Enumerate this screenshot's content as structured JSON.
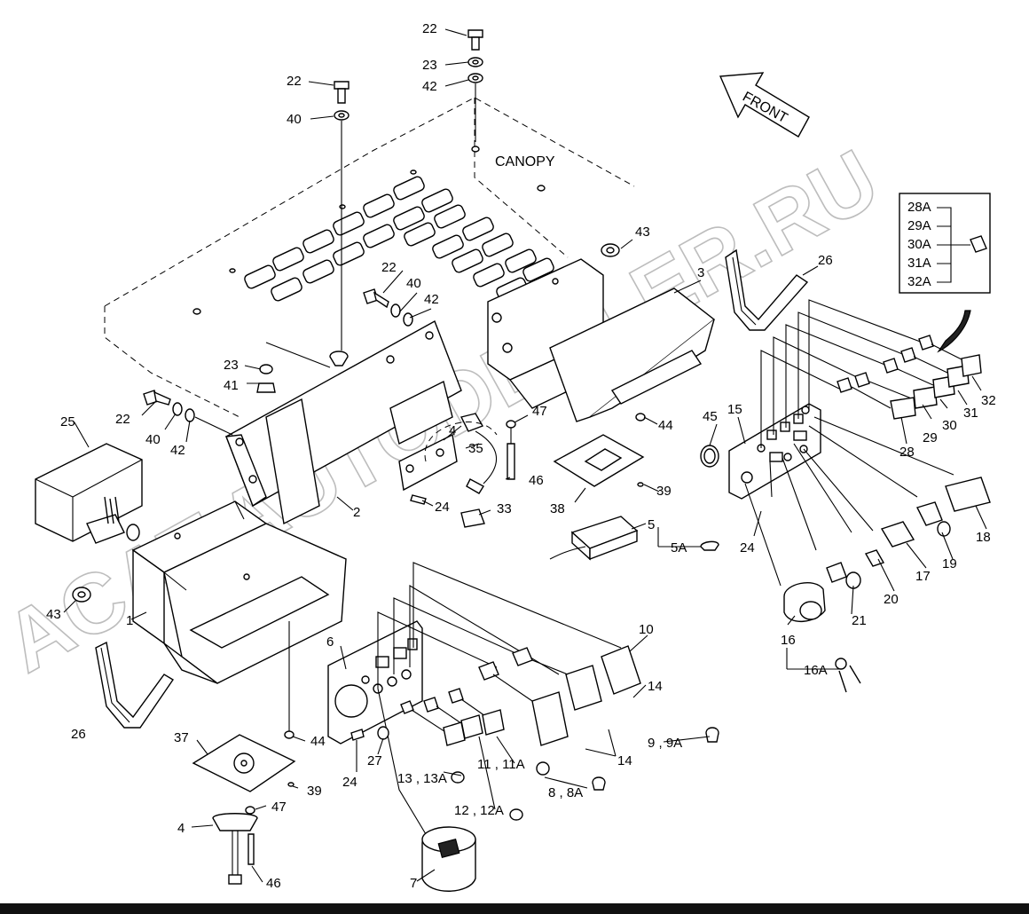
{
  "canopy_label": "CANOPY",
  "front_label": "FRONT",
  "watermark": "ACAT.AUTODEALER.RU",
  "callouts": [
    "22",
    "23",
    "42",
    "22",
    "40",
    "22",
    "40",
    "42",
    "23",
    "41",
    "22",
    "40",
    "42",
    "43",
    "3",
    "26",
    "25",
    "43",
    "1",
    "26",
    "2",
    "4",
    "35",
    "47",
    "46",
    "24",
    "33",
    "44",
    "39",
    "38",
    "5",
    "5A",
    "45",
    "15",
    "24",
    "16",
    "16A",
    "21",
    "20",
    "17",
    "19",
    "18",
    "28",
    "29",
    "30",
    "31",
    "32",
    "6",
    "10",
    "14",
    "9 , 9A",
    "14",
    "8 , 8A",
    "11 , 11A",
    "12 , 12A",
    "13 , 13A",
    "7",
    "27",
    "24",
    "44",
    "37",
    "39",
    "47",
    "4",
    "46"
  ],
  "legend_box": [
    "28A",
    "29A",
    "30A",
    "31A",
    "32A"
  ]
}
